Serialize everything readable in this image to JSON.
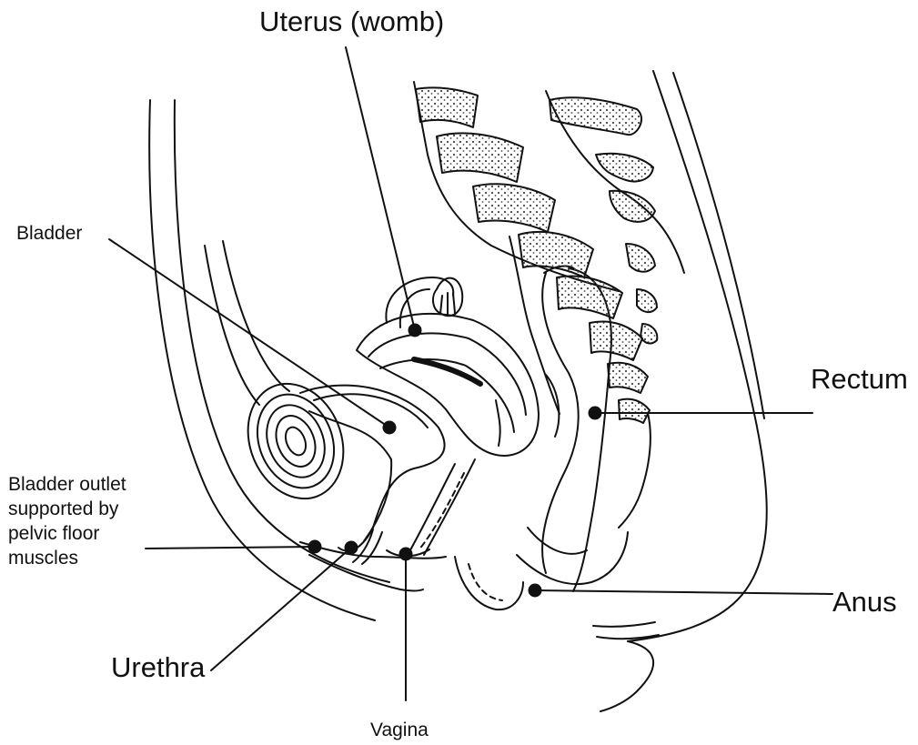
{
  "diagram": {
    "labels": {
      "uterus": "Uterus (womb)",
      "bladder": "Bladder",
      "rectum": "Rectum",
      "bladder_outlet": "Bladder outlet supported by pelvic floor muscles",
      "anus": "Anus",
      "urethra": "Urethra",
      "vagina": "Vagina"
    },
    "colors": {
      "line": "#111111",
      "bone_texture": "#444444",
      "background": "#ffffff"
    }
  }
}
